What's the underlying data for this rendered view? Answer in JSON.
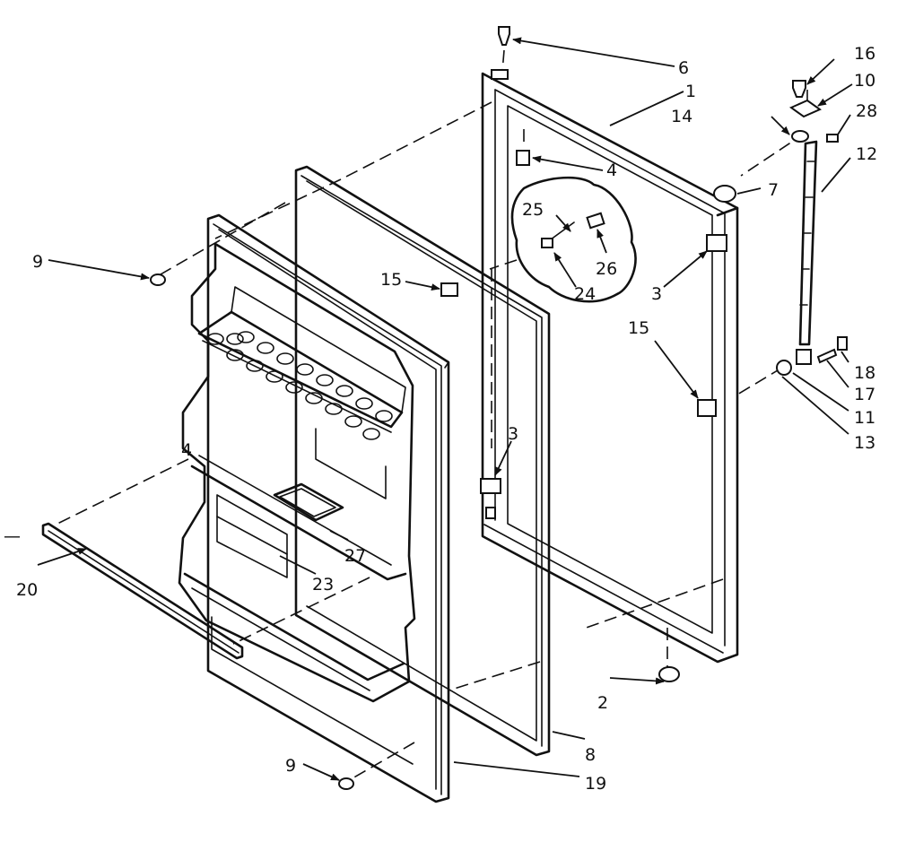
{
  "callouts": [
    "1",
    "2",
    "3",
    "3",
    "4",
    "6",
    "7",
    "8",
    "9",
    "9",
    "10",
    "11",
    "12",
    "13",
    "14",
    "15",
    "15",
    "16",
    "17",
    "18",
    "19",
    "20",
    "23",
    "24",
    "25",
    "26",
    "27",
    "28",
    "4",
    "—"
  ]
}
